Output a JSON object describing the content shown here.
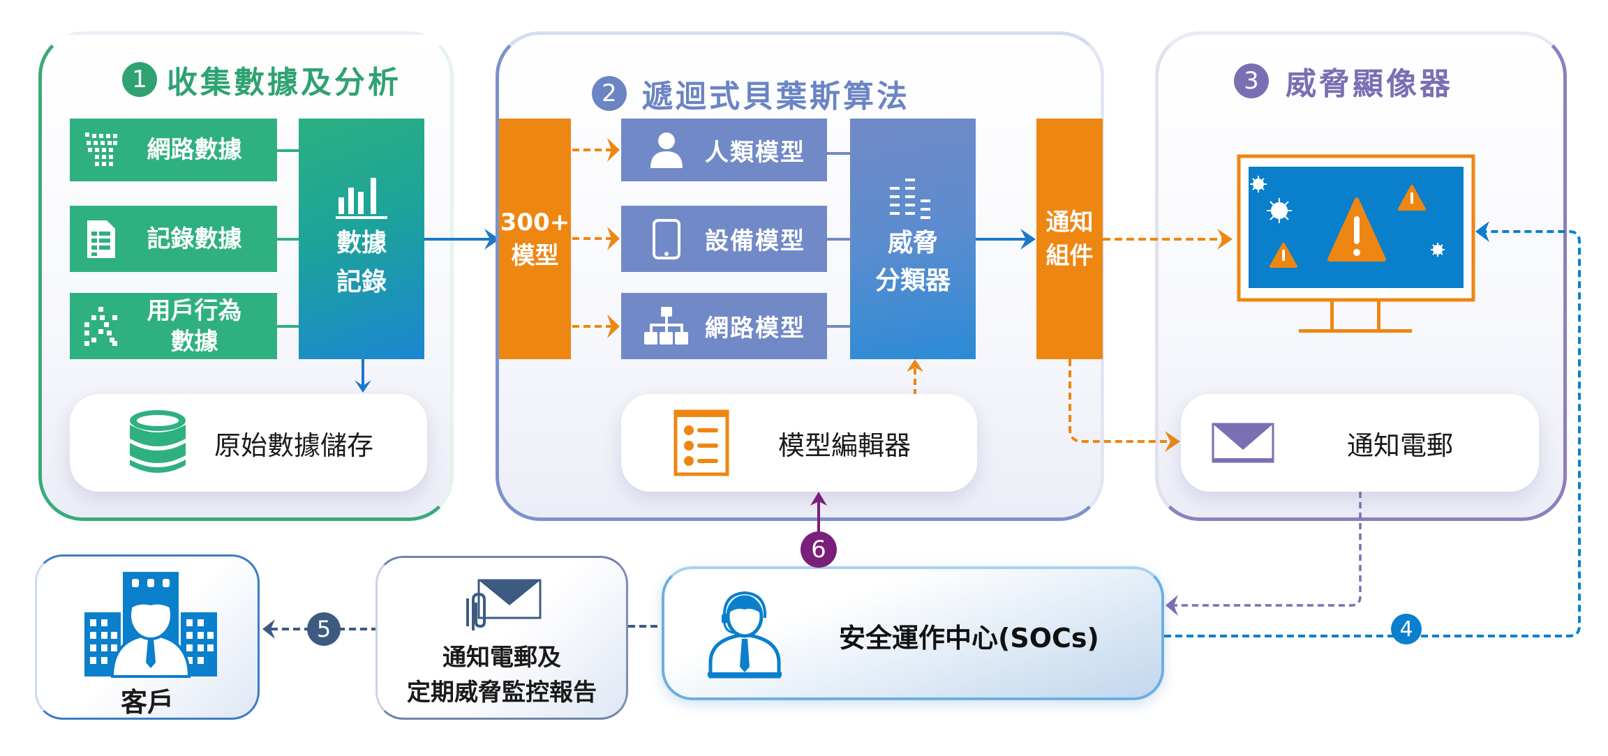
{
  "panels": [
    {
      "number": "1",
      "title": "收集數據及分析",
      "color": "#3aaa7a",
      "sources": [
        {
          "label": "網路數據",
          "icon": "network-data-grid-icon"
        },
        {
          "label": "記錄數據",
          "icon": "log-document-icon"
        },
        {
          "label_line1": "用戶行為",
          "label_line2": "數據",
          "icon": "user-behavior-dots-icon"
        }
      ],
      "aggregator": {
        "line1": "數據",
        "line2": "記錄",
        "icon": "bar-chart-icon"
      },
      "storage": {
        "label": "原始數據儲存",
        "icon": "database-icon"
      }
    },
    {
      "number": "2",
      "title": "遞迴式貝葉斯算法",
      "color": "#7189c6",
      "model_count": {
        "line1": "300+",
        "line2": "模型"
      },
      "models": [
        {
          "label": "人類模型",
          "icon": "person-icon"
        },
        {
          "label": "設備模型",
          "icon": "tablet-icon"
        },
        {
          "label": "網路模型",
          "icon": "network-hierarchy-icon"
        }
      ],
      "classifier": {
        "line1": "威脅",
        "line2": "分類器",
        "icon": "equalizer-bars-icon"
      },
      "editor": {
        "label": "模型編輯器",
        "icon": "list-editor-icon"
      },
      "notifier": {
        "line1": "通知",
        "line2": "組件"
      }
    },
    {
      "number": "3",
      "title": "威脅顯像器",
      "color": "#7b6eb3",
      "monitor": {
        "icon": "threat-monitor-icon"
      },
      "email": {
        "label": "通知電郵",
        "icon": "envelope-icon"
      }
    }
  ],
  "bottom": {
    "customer": {
      "label": "客戶",
      "icon": "customer-building-icon"
    },
    "report": {
      "line1": "通知電郵及",
      "line2": "定期威脅監控報告",
      "icon": "envelope-attachment-icon"
    },
    "soc": {
      "label": "安全運作中心(SOCs)",
      "icon": "headset-agent-icon"
    }
  },
  "steps": {
    "step4": "4",
    "step5": "5",
    "step6": "6"
  },
  "colors": {
    "green": "#2fb080",
    "blue_model": "#7189c6",
    "orange": "#ee8612",
    "screen_blue": "#0a7fcc",
    "purple": "#7b6eb3",
    "magenta": "#7a1f7a",
    "step_blue": "#0a7fcc",
    "step_navy": "#3d5a80"
  }
}
